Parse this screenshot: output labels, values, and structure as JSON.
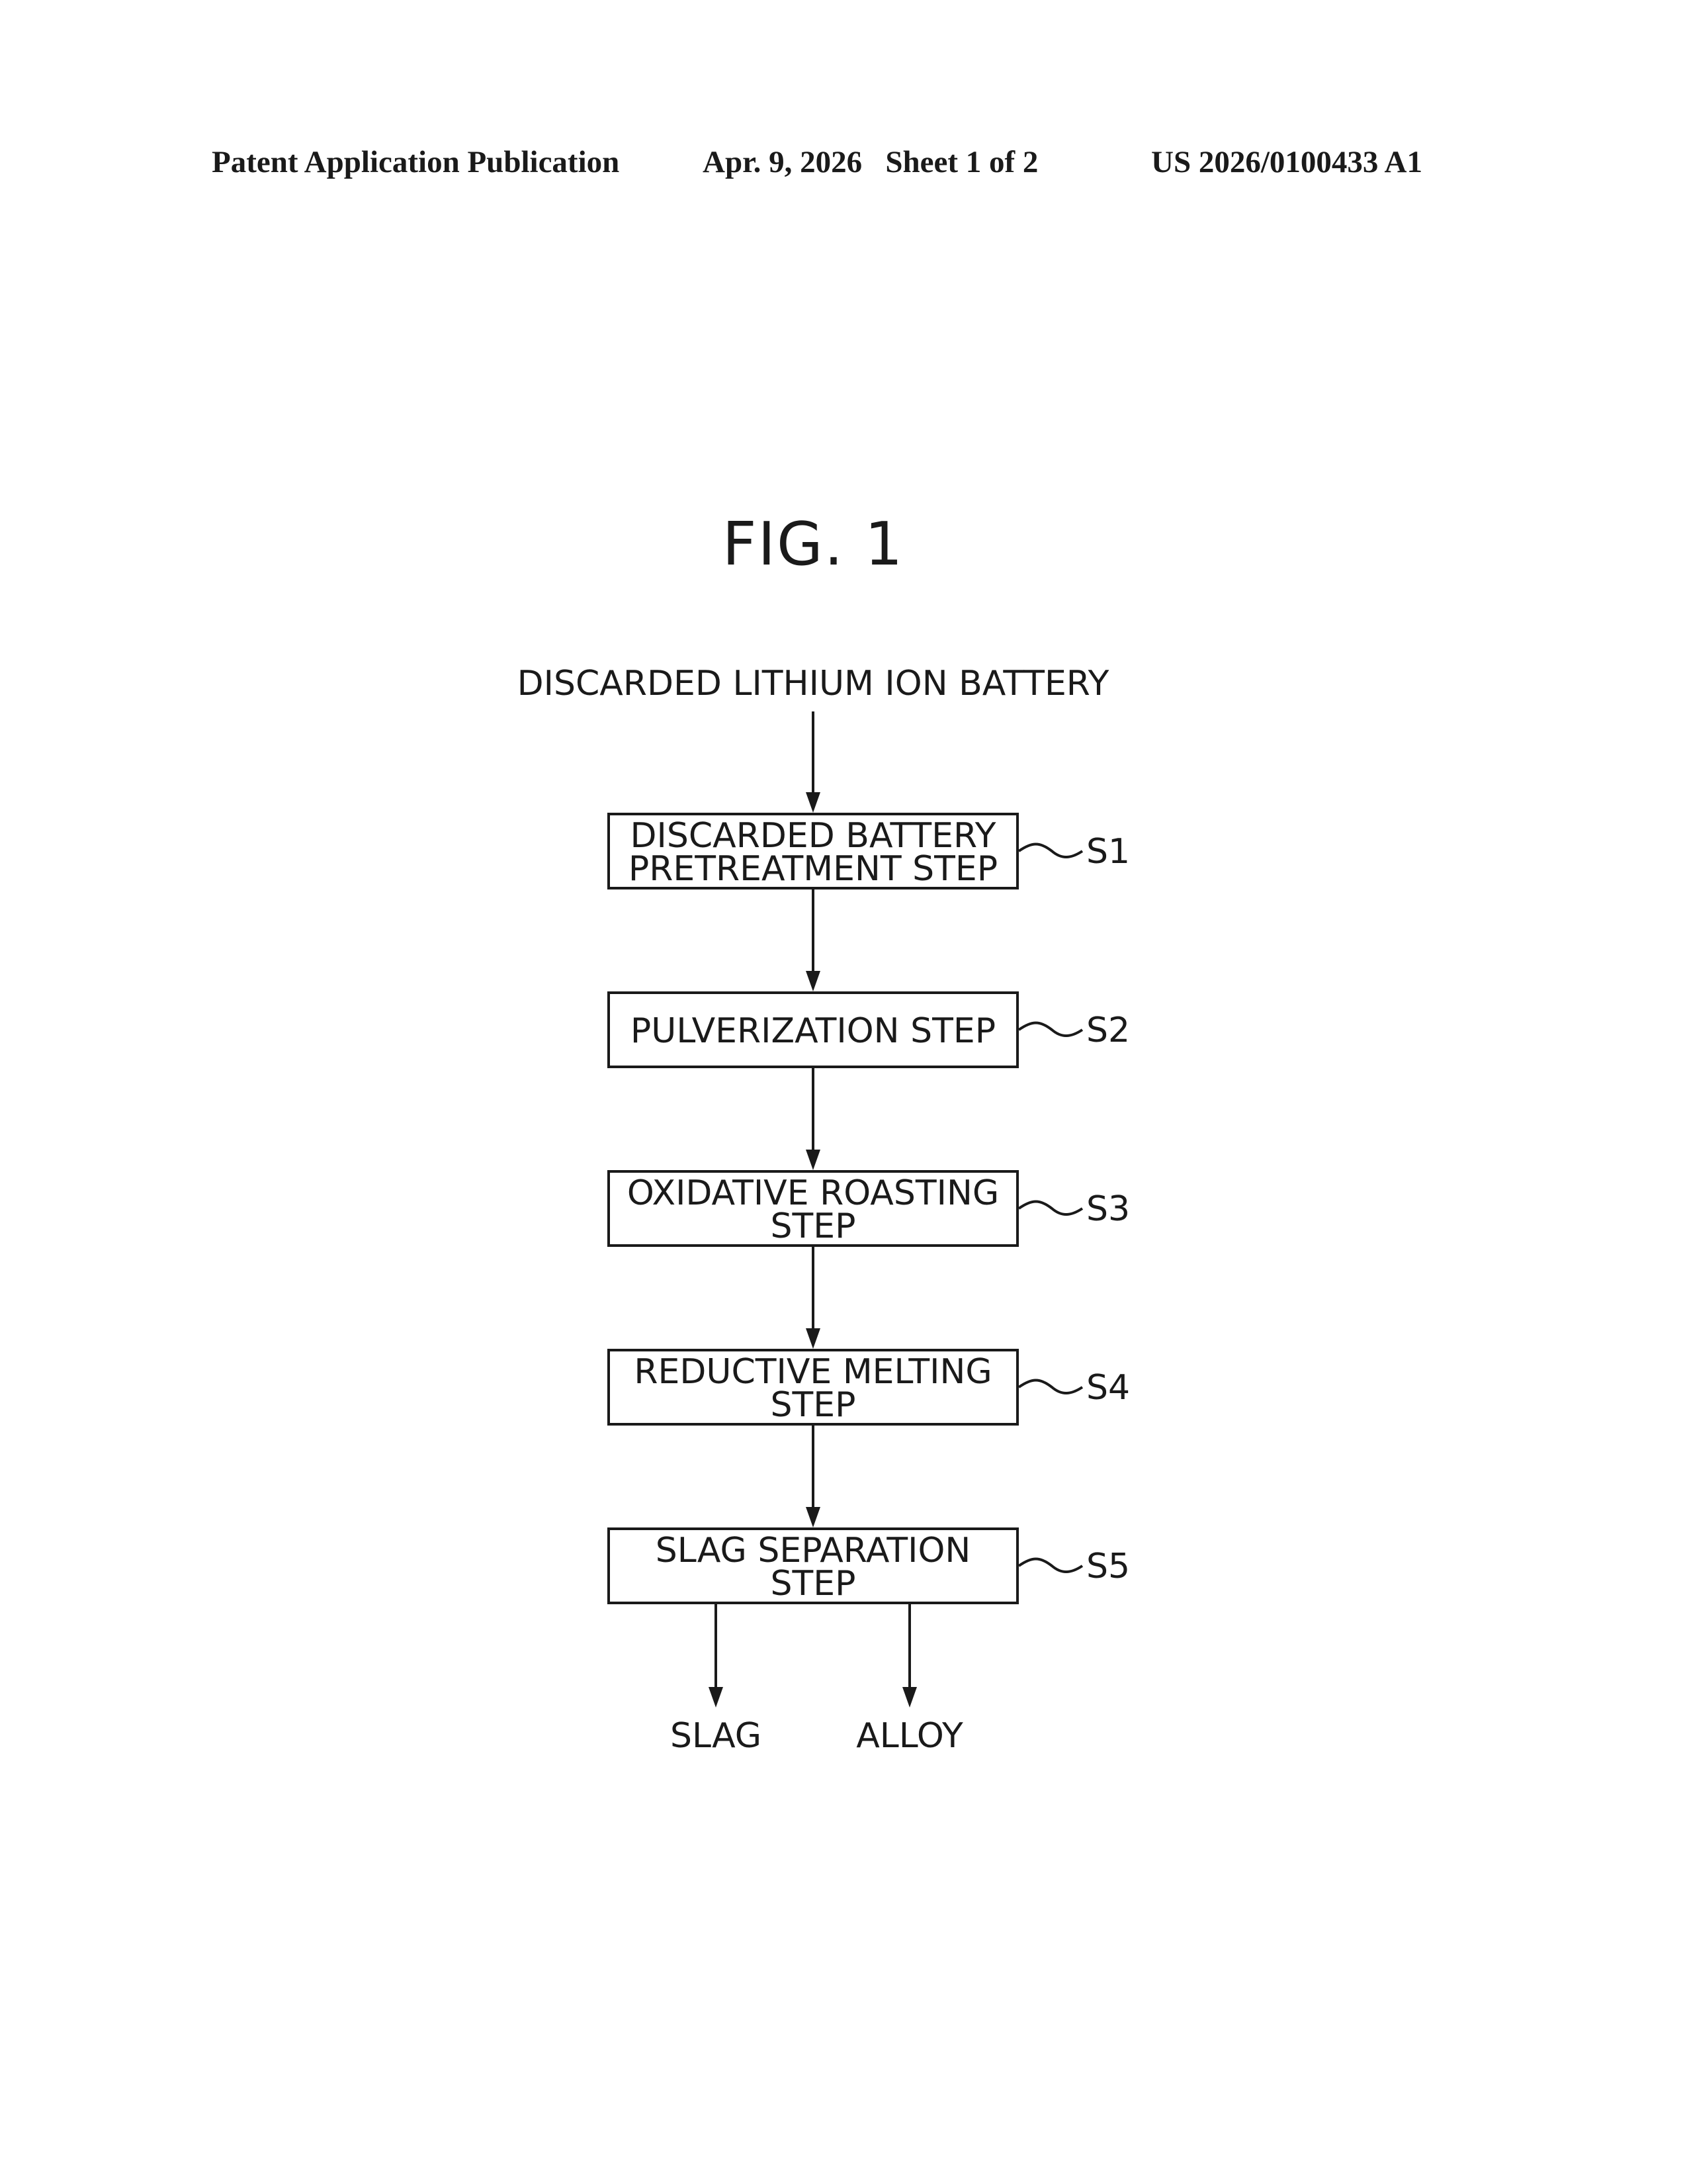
{
  "header": {
    "publication": "Patent Application Publication",
    "date_sheet": "Apr. 9, 2026   Sheet 1 of 2",
    "number": "US 2026/0100433 A1"
  },
  "figure": {
    "title": "FIG. 1",
    "input": "DISCARDED LITHIUM ION BATTERY",
    "steps": [
      {
        "lines": [
          "DISCARDED BATTERY",
          "PRETREATMENT STEP"
        ],
        "ref": "S1"
      },
      {
        "lines": [
          "PULVERIZATION STEP"
        ],
        "ref": "S2"
      },
      {
        "lines": [
          "OXIDATIVE ROASTING",
          "STEP"
        ],
        "ref": "S3"
      },
      {
        "lines": [
          "REDUCTIVE MELTING",
          "STEP"
        ],
        "ref": "S4"
      },
      {
        "lines": [
          "SLAG SEPARATION",
          "STEP"
        ],
        "ref": "S5"
      }
    ],
    "outputs": [
      "SLAG",
      "ALLOY"
    ]
  }
}
